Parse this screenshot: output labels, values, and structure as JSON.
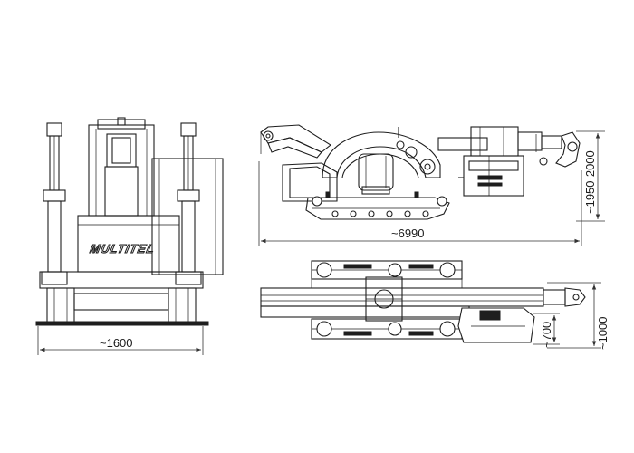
{
  "brand": "MULTITEL",
  "dimensions": {
    "front_width": "~1600",
    "side_length": "~6990",
    "side_height": "~1950-2000",
    "top_track_width": "~700",
    "top_overall_width": "~1000"
  }
}
